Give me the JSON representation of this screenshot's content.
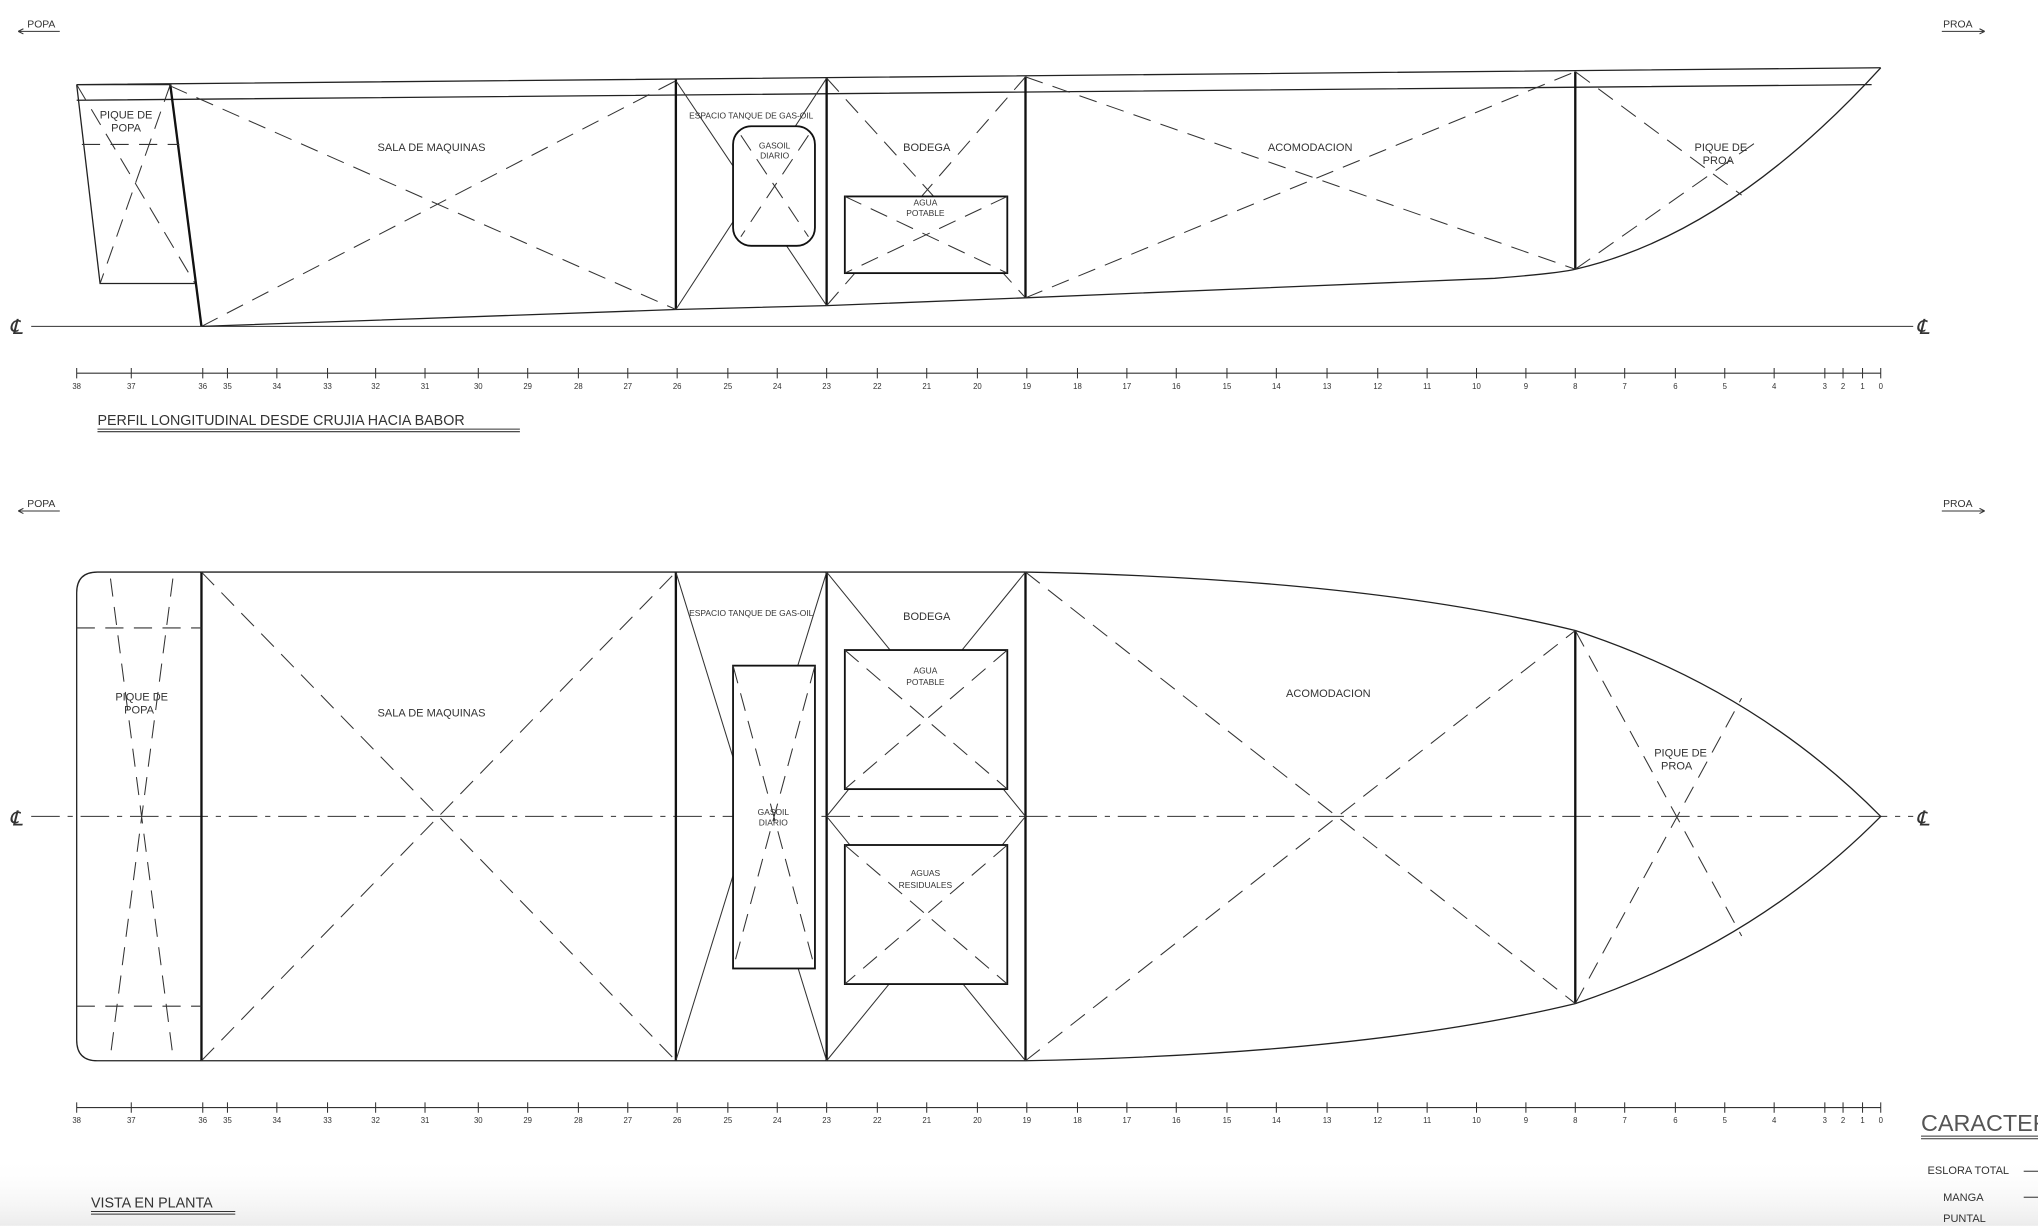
{
  "directions": {
    "stern": "POPA",
    "bow": "PROA"
  },
  "centerline_symbol": "℄",
  "profile": {
    "title": "PERFIL LONGITUDINAL DESDE CRUJIA HACIA BABOR",
    "compartments": {
      "pique_popa": [
        "PIQUE DE",
        "POPA"
      ],
      "sala": "SALA DE MAQUINAS",
      "espacio": "ESPACIO TANQUE DE GAS-OIL",
      "gasoil": [
        "GASOIL",
        "DIARIO"
      ],
      "bodega": "BODEGA",
      "agua": [
        "AGUA",
        "POTABLE"
      ],
      "acomodacion": "ACOMODACION",
      "pique_proa": [
        "PIQUE DE",
        "PROA"
      ]
    }
  },
  "plan": {
    "title": "VISTA EN PLANTA",
    "compartments": {
      "pique_popa": [
        "PIQUE DE",
        "POPA"
      ],
      "sala": "SALA DE MAQUINAS",
      "espacio": "ESPACIO TANQUE DE GAS-OIL",
      "gasoil": [
        "GASOIL",
        "DIARIO"
      ],
      "bodega": "BODEGA",
      "agua": [
        "AGUA",
        "POTABLE"
      ],
      "residuales": [
        "AGUAS",
        "RESIDUALES"
      ],
      "acomodacion": "ACOMODACION",
      "pique_proa": [
        "PIQUE DE",
        "PROA"
      ]
    }
  },
  "stations": [
    "38",
    "37",
    "36",
    "35",
    "34",
    "33",
    "32",
    "31",
    "30",
    "29",
    "28",
    "27",
    "26",
    "25",
    "24",
    "23",
    "22",
    "21",
    "20",
    "19",
    "18",
    "17",
    "16",
    "15",
    "14",
    "13",
    "12",
    "11",
    "10",
    "9",
    "8",
    "7",
    "6",
    "5",
    "4",
    "3",
    "2",
    "1",
    "0"
  ],
  "characteristics": {
    "title": "CARACTER",
    "rows": [
      "ESLORA TOTAL",
      "MANGA",
      "PUNTAL"
    ]
  }
}
